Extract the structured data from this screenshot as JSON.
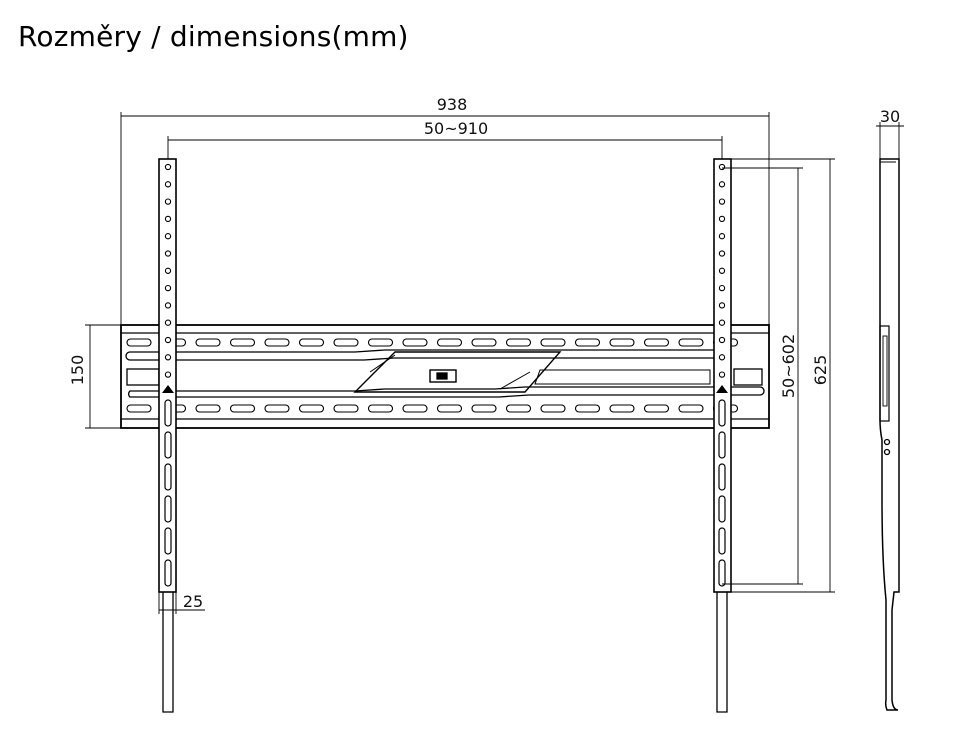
{
  "title": "Rozměry / dimensions(mm)",
  "dimensions": {
    "overall_width": "938",
    "vesa_horizontal": "50~910",
    "rail_height": "150",
    "vesa_vertical": "50~602",
    "overall_height": "625",
    "depth": "30",
    "arm_width": "25"
  }
}
